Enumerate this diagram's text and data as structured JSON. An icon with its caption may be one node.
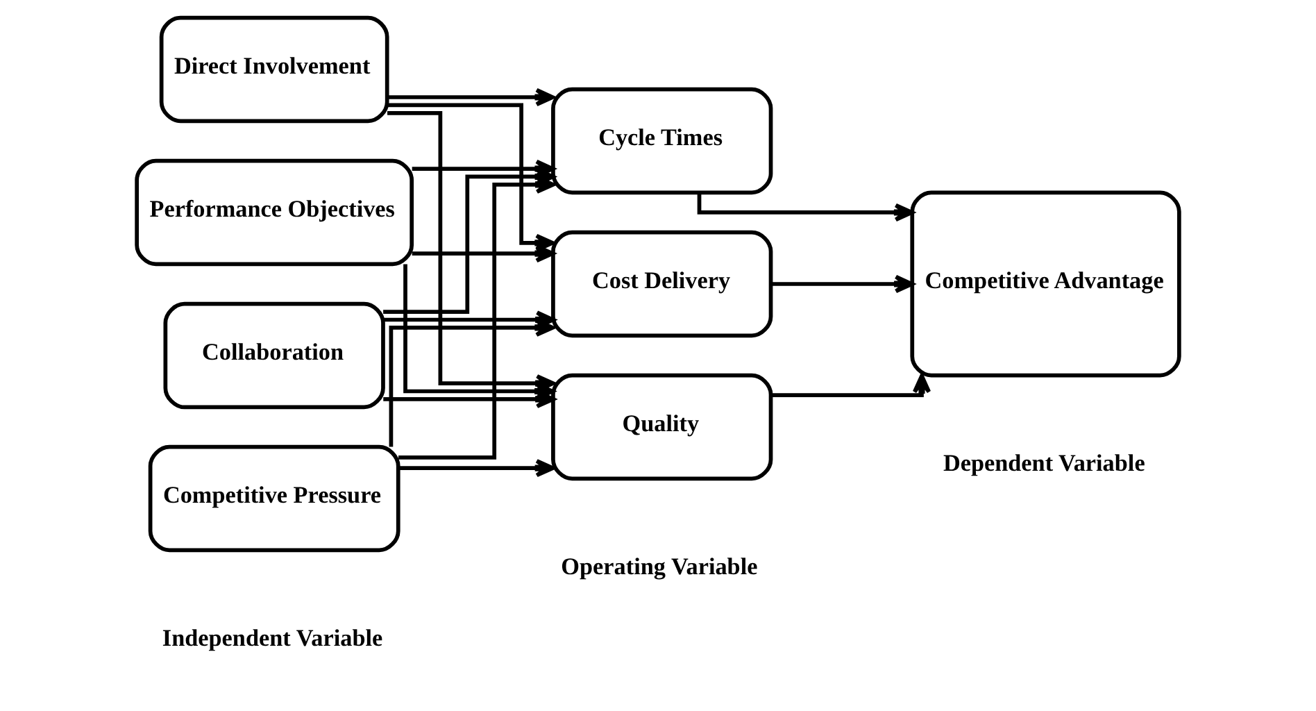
{
  "diagram": {
    "nodes": [
      {
        "text": [
          "Direct Involvement"
        ]
      },
      {
        "text": [
          "Performance Objectives"
        ]
      },
      {
        "text": [
          "Collaboration"
        ]
      },
      {
        "text": [
          "Competitive Pressure"
        ]
      },
      {
        "text": [
          "Cycle Times"
        ]
      },
      {
        "text": [
          "Cost Delivery"
        ]
      },
      {
        "text": [
          "Quality"
        ]
      },
      {
        "text": [
          "Competitive Advantage"
        ]
      }
    ],
    "edges": [
      {
        "from": 0,
        "to": 4,
        "arrow": "to"
      },
      {
        "from": 0,
        "to": 5,
        "arrow": "to"
      },
      {
        "from": 0,
        "to": 6,
        "arrow": "to"
      },
      {
        "from": 1,
        "to": 4,
        "arrow": "to"
      },
      {
        "from": 1,
        "to": 5,
        "arrow": "to"
      },
      {
        "from": 1,
        "to": 6,
        "arrow": "to"
      },
      {
        "from": 2,
        "to": 4,
        "arrow": "to"
      },
      {
        "from": 2,
        "to": 5,
        "arrow": "to"
      },
      {
        "from": 2,
        "to": 6,
        "arrow": "to"
      },
      {
        "from": 3,
        "to": 4,
        "arrow": "to"
      },
      {
        "from": 3,
        "to": 5,
        "arrow": "to"
      },
      {
        "from": 3,
        "to": 6,
        "arrow": "to"
      },
      {
        "from": 4,
        "to": 7,
        "arrow": "to"
      },
      {
        "from": 5,
        "to": 7,
        "arrow": "to"
      },
      {
        "from": 6,
        "to": 7,
        "arrow": "to"
      }
    ],
    "labels": [
      "Independent Variable",
      "Operating Variable",
      "Dependent Variable"
    ]
  }
}
